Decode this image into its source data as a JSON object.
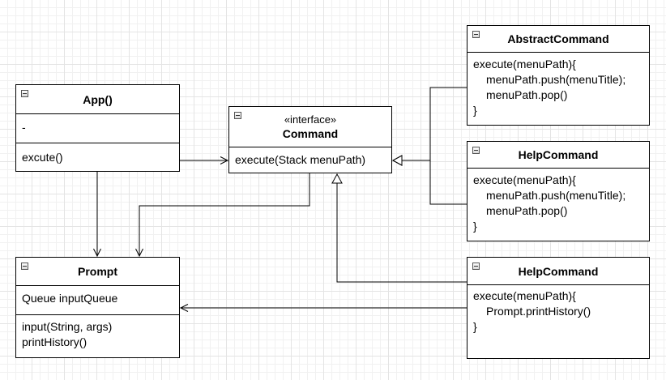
{
  "classes": {
    "app": {
      "title": "App()",
      "attributes": "-",
      "method": "excute()"
    },
    "command": {
      "stereotype": "«interface»",
      "title": "Command",
      "method": "execute(Stack menuPath)"
    },
    "prompt": {
      "title": "Prompt",
      "attribute": "Queue inputQueue",
      "methods": [
        "input(String, args)",
        "printHistory()"
      ]
    },
    "abstract_command": {
      "title": "AbstractCommand",
      "lines": [
        "execute(menuPath){",
        "menuPath.push(menuTitle);",
        "menuPath.pop()",
        "}"
      ]
    },
    "help_command_1": {
      "title": "HelpCommand",
      "lines": [
        "execute(menuPath){",
        "menuPath.push(menuTitle);",
        "menuPath.pop()",
        "}"
      ]
    },
    "help_command_2": {
      "title": "HelpCommand",
      "lines": [
        "execute(menuPath){",
        "Prompt.printHistory()",
        "}"
      ]
    }
  }
}
